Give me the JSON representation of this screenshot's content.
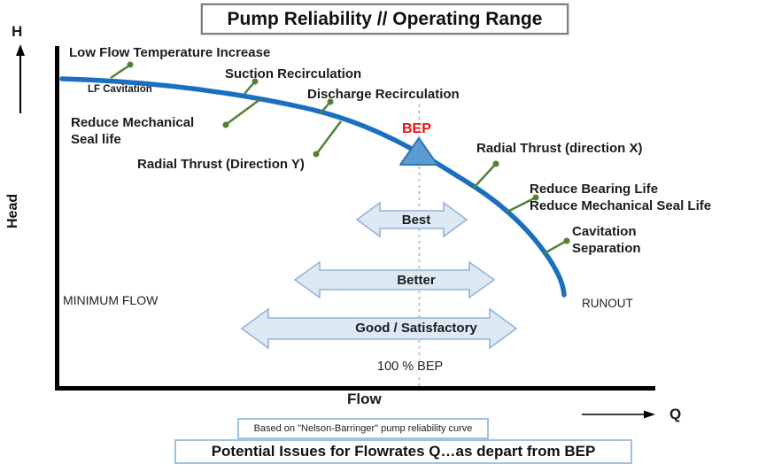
{
  "title": "Pump Reliability // Operating Range",
  "axis": {
    "h_symbol": "H",
    "head_label": "Head",
    "flow_label": "Flow",
    "q_symbol": "Q"
  },
  "bep": {
    "label": "BEP",
    "percent_label": "100 % BEP"
  },
  "annotations": [
    {
      "id": "low-flow-temperature-increase",
      "text": "Low Flow Temperature Increase"
    },
    {
      "id": "lf-cavitation",
      "text": "LF Cavitation"
    },
    {
      "id": "suction-recirculation",
      "text": "Suction Recirculation"
    },
    {
      "id": "discharge-recirculation",
      "text": "Discharge Recirculation"
    },
    {
      "id": "reduce-mechanical-seal-life-left",
      "text": "Reduce Mechanical\nSeal life"
    },
    {
      "id": "radial-thrust-direction-y",
      "text": "Radial Thrust (Direction Y)"
    },
    {
      "id": "radial-thrust-direction-x",
      "text": "Radial Thrust (direction X)"
    },
    {
      "id": "reduce-bearing-and-mech-seal-life",
      "text": "Reduce Bearing Life\nReduce Mechanical Seal Life"
    },
    {
      "id": "cavitation-separation",
      "text": "Cavitation\nSeparation"
    }
  ],
  "zones": [
    {
      "id": "best",
      "label": "Best"
    },
    {
      "id": "better",
      "label": "Better"
    },
    {
      "id": "good",
      "label": "Good / Satisfactory"
    }
  ],
  "range_limits": {
    "minimum_flow": "MINIMUM FLOW",
    "runout": "RUNOUT"
  },
  "footer": {
    "source_note": "Based on \"Nelson-Barringer\" pump reliability curve",
    "caption": "Potential Issues for Flowrates Q…as depart from BEP"
  },
  "colors": {
    "curve_blue": "#1b6fc1",
    "leader_green": "#538135",
    "bep_red": "#ee1111",
    "triangle_fill": "#5b9bd5",
    "triangle_stroke": "#2e75b6",
    "zone_arrow_fill": "#dce9f5",
    "zone_arrow_stroke": "#95b3d7",
    "dashed_guide": "#a9c7dd",
    "note_border": "#9dc3e6",
    "axis_black": "#000000"
  }
}
